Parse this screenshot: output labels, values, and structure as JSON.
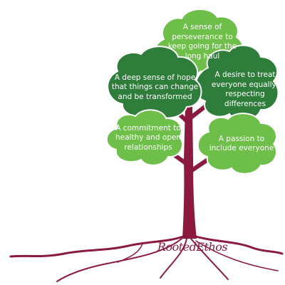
{
  "colors": {
    "trunk": "#8b1a3e",
    "leaf_dark": "#2e7d3a",
    "leaf_light": "#6dbf4a",
    "text": "#ffffff",
    "white_outline": "#ffffff"
  },
  "clouds": {
    "top": "A sense of perseverance to keep going for the long haul",
    "hope": "A deep sense of hope that things can change and be transformed",
    "equal": "A desire to treat everyone equally, respecting differences",
    "commitment": "A commitment to healthy and open relationships",
    "include": "A passion to include everyone"
  },
  "brand": "RootedEthos"
}
